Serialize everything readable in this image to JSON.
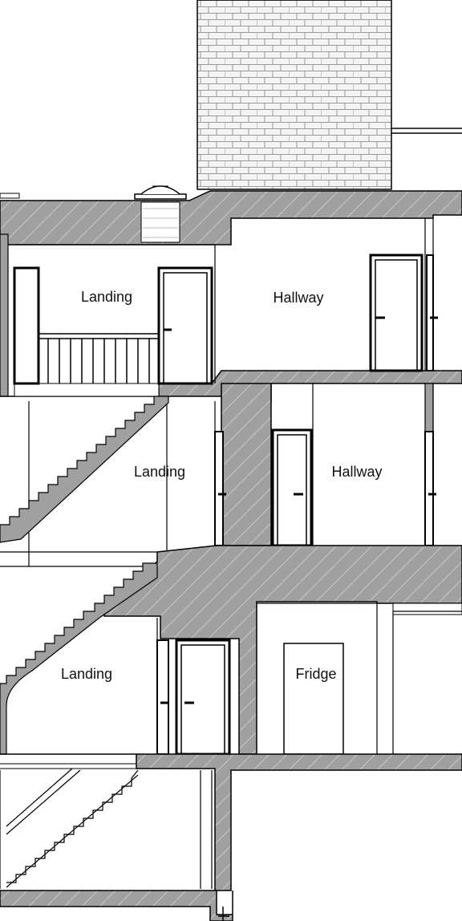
{
  "labels": {
    "landing_top": "Landing",
    "hallway_top": "Hallway",
    "landing_mid": "Landing",
    "hallway_mid": "Hallway",
    "landing_low": "Landing",
    "fridge": "Fridge"
  },
  "colors": {
    "section_fill": "#a0a0a0",
    "line": "#000000",
    "brick_fill": "#f0f0f0",
    "background": "#ffffff"
  },
  "icons": {
    "skylight": "skylight-icon",
    "brick": "brick-chimney-texture"
  }
}
